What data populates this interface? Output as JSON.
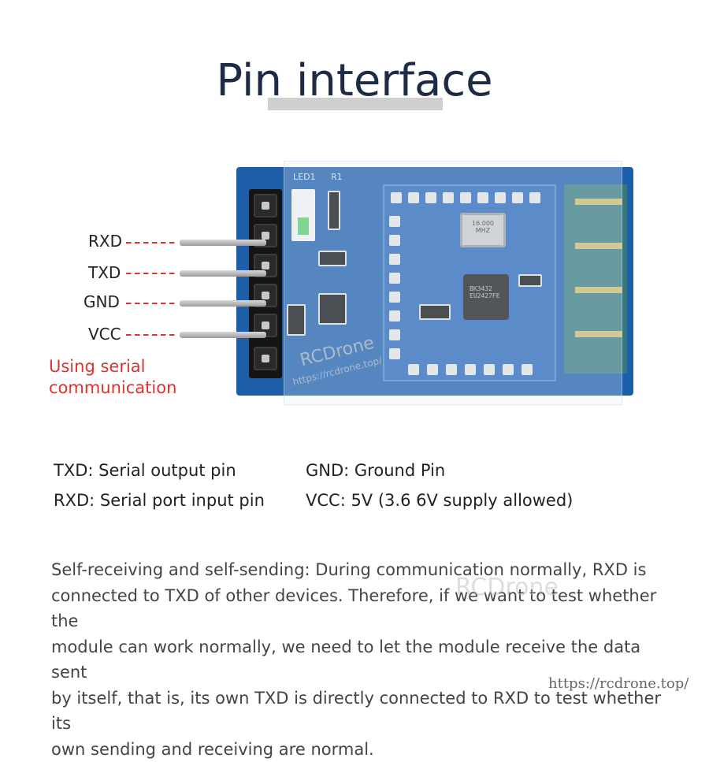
{
  "title": "Pin interface",
  "pins": [
    {
      "label": "RXD"
    },
    {
      "label": "TXD"
    },
    {
      "label": "GND"
    },
    {
      "label": "VCC"
    }
  ],
  "note_line1": "Using serial",
  "note_line2": "communication",
  "board": {
    "silk_led": "LED1",
    "silk_r1": "R1",
    "xtal_line1": "16.000",
    "xtal_line2": "MHZ",
    "chip_line1": "BK3432",
    "chip_line2": "EU2427FE"
  },
  "watermark_board": "RCDrone",
  "watermark_board_url": "https://rcdrone.top/",
  "watermark_text": "RCDrone",
  "descriptions": {
    "txd": "TXD: Serial output pin",
    "rxd": "RXD: Serial port input pin",
    "gnd": "GND: Ground Pin",
    "vcc": "VCC: 5V (3.6 6V supply allowed)"
  },
  "paragraph_lines": [
    "Self-receiving and self-sending: During communication normally, RXD is",
    "connected to TXD of other devices. Therefore, if we want to test whether the",
    "module can work normally, we need to let the module receive the data sent",
    "by itself, that is, its own TXD is directly connected to RXD to test whether its",
    "own sending and receiving are normal."
  ],
  "site_url": "https://rcdrone.top/",
  "colors": {
    "title": "#1e2b45",
    "accent_red": "#d9352e",
    "board_blue": "#1f5ea8"
  }
}
